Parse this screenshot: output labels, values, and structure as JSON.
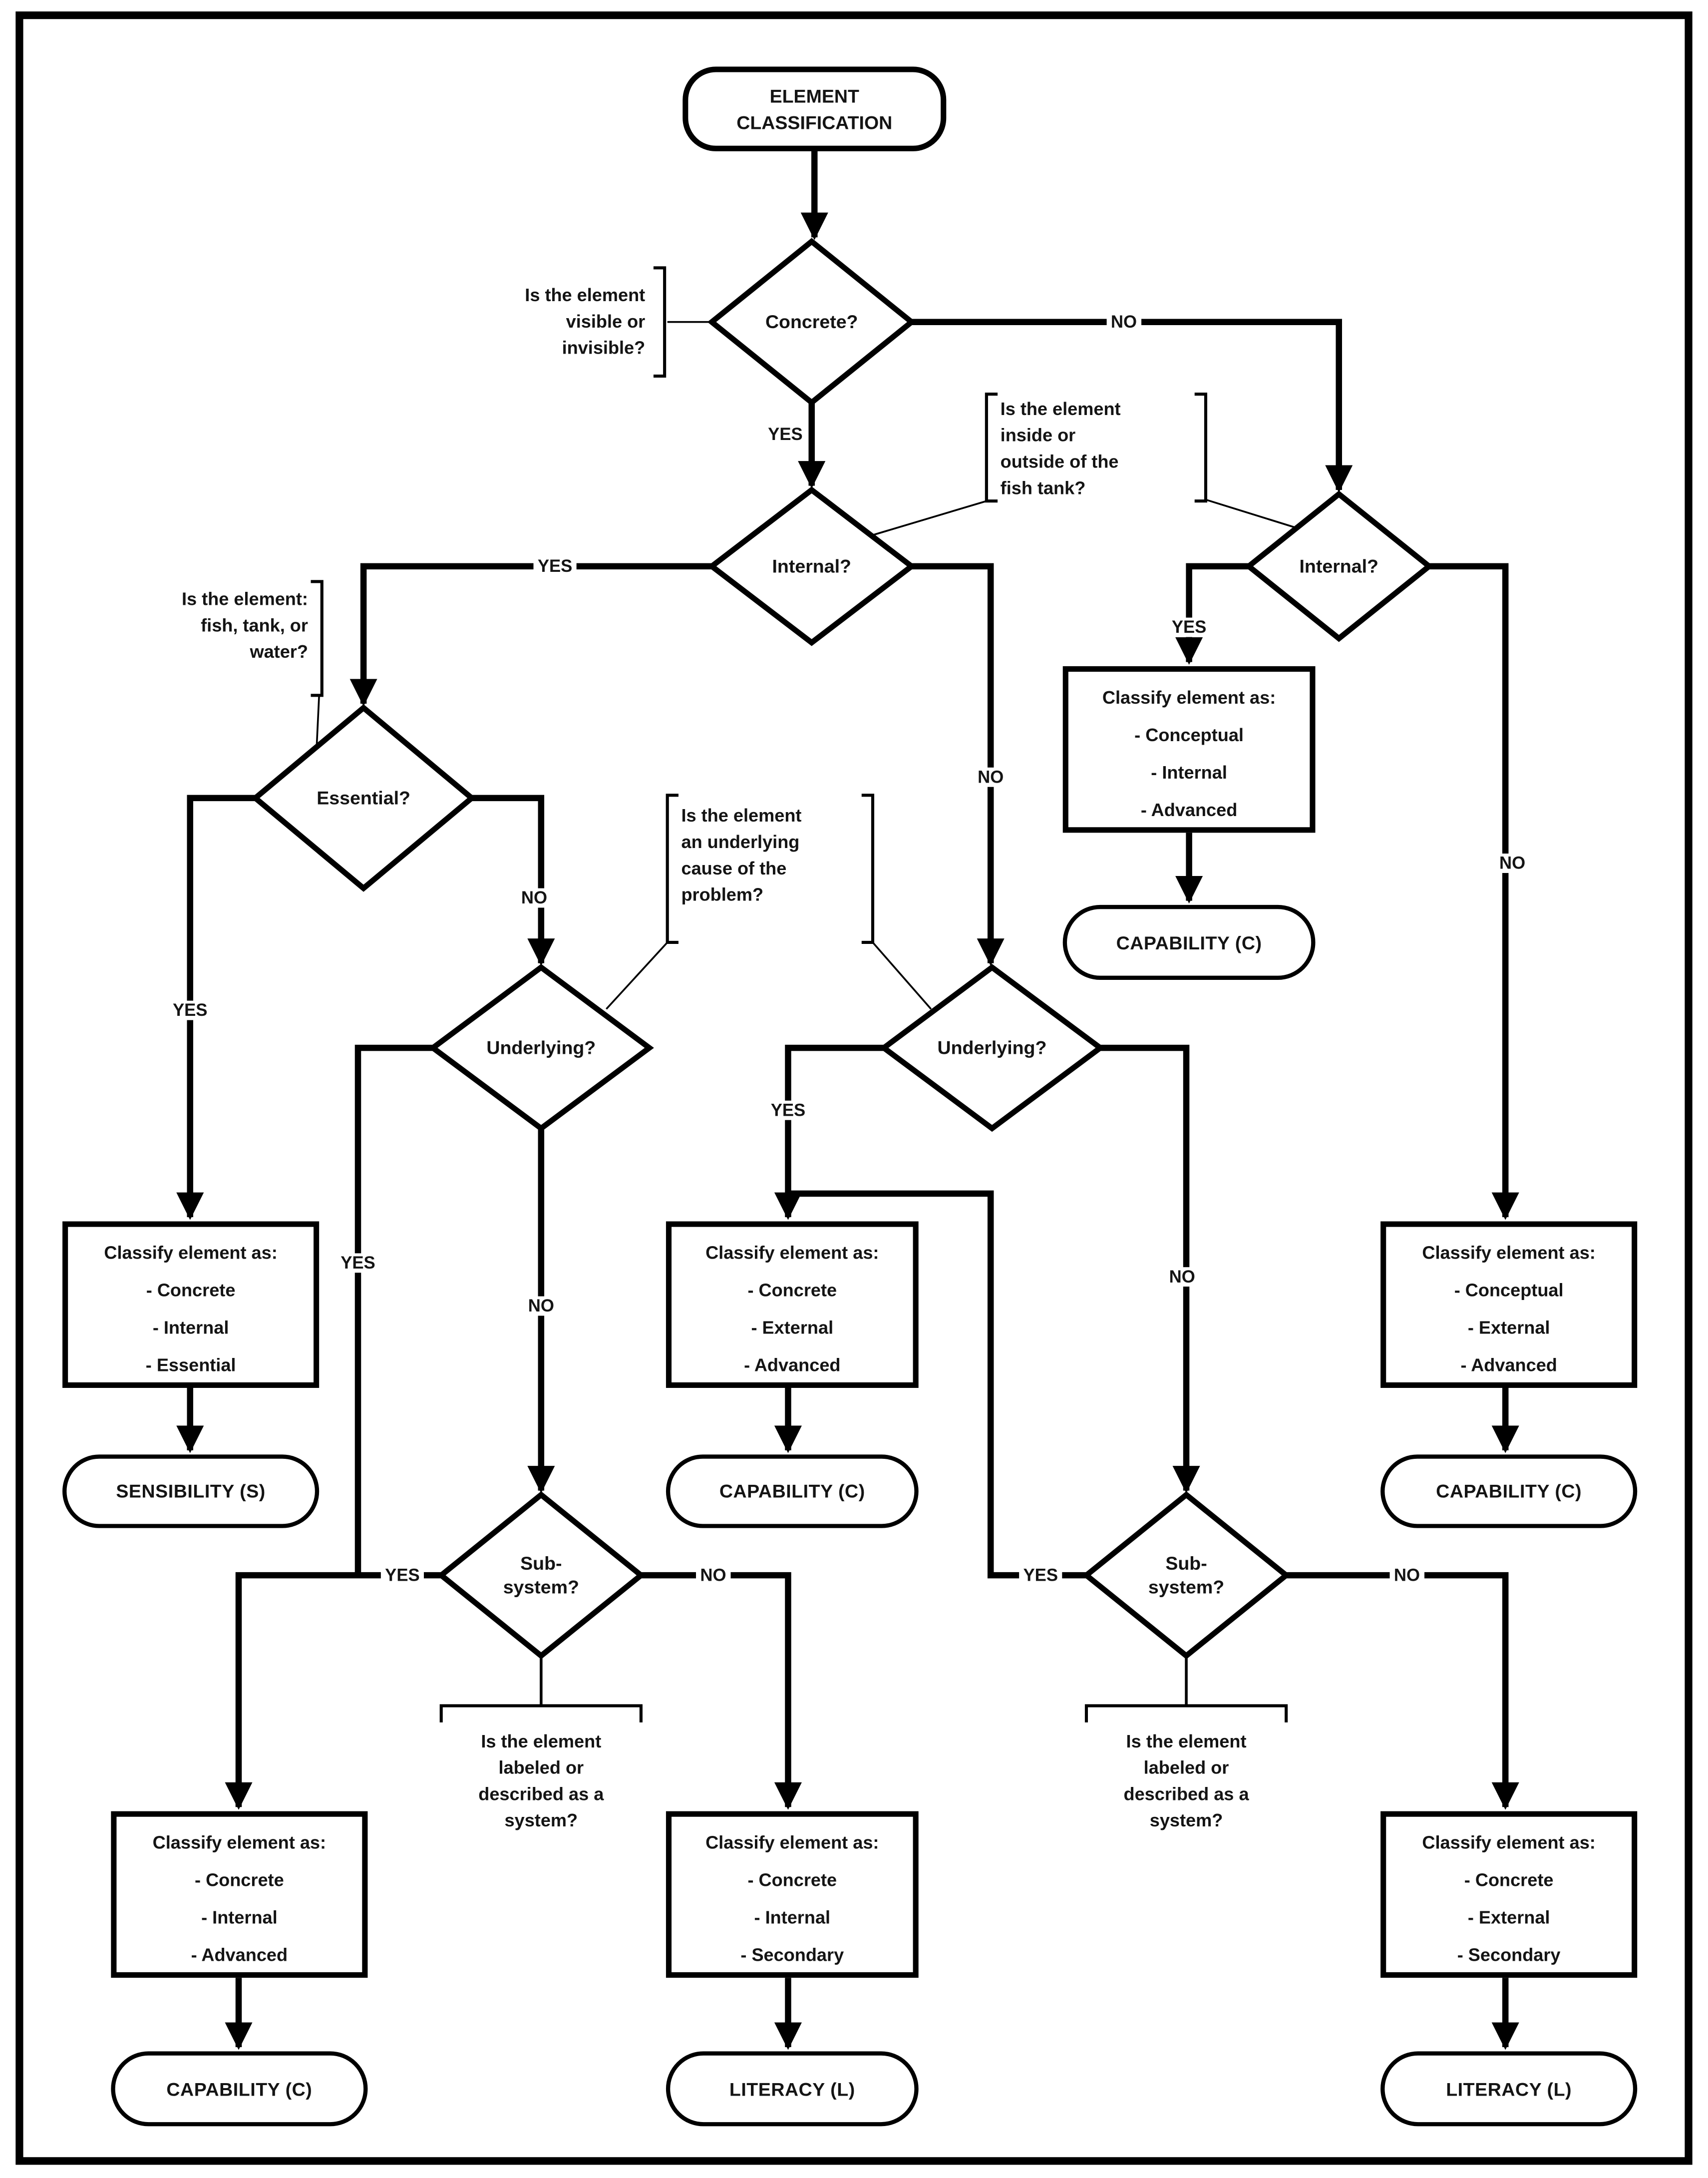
{
  "page": {
    "background": "#ffffff",
    "line_color": "#000000",
    "text_color": "#141414"
  },
  "start": {
    "label": "ELEMENT\nCLASSIFICATION"
  },
  "decisions": {
    "concrete": "Concrete?",
    "internal_left": "Internal?",
    "internal_right": "Internal?",
    "essential": "Essential?",
    "underlying_left": "Underlying?",
    "underlying_right": "Underlying?",
    "subsystem_left": "Sub-\nsystem?",
    "subsystem_right": "Sub-\nsystem?"
  },
  "labels": {
    "yes": "YES",
    "no": "NO"
  },
  "classify_boxes": [
    {
      "title": "Classify element as:",
      "items": [
        "- Concrete",
        "- Internal",
        "- Essential"
      ]
    },
    {
      "title": "Classify element as:",
      "items": [
        "- Conceptual",
        "- Internal",
        "- Advanced"
      ]
    },
    {
      "title": "Classify element as:",
      "items": [
        "- Concrete",
        "- External",
        "- Advanced"
      ]
    },
    {
      "title": "Classify element as:",
      "items": [
        "- Conceptual",
        "- External",
        "- Advanced"
      ]
    },
    {
      "title": "Classify element as:",
      "items": [
        "- Concrete",
        "- Internal",
        "- Advanced"
      ]
    },
    {
      "title": "Classify element as:",
      "items": [
        "- Concrete",
        "- Internal",
        "- Secondary"
      ]
    },
    {
      "title": "Classify element as:",
      "items": [
        "- Concrete",
        "- External",
        "- Secondary"
      ]
    }
  ],
  "terminals": [
    "SENSIBILITY (S)",
    "CAPABILITY (C)",
    "CAPABILITY (C)",
    "CAPABILITY (C)",
    "CAPABILITY (C)",
    "LITERACY (L)",
    "LITERACY (L)"
  ],
  "annotations": {
    "visible_invisible": "Is the element\nvisible or\ninvisible?",
    "fish_tank": "Is the element\ninside or\noutside of the\nfish tank?",
    "fish_tank_water": "Is the element:\nfish, tank, or\nwater?",
    "underlying_cause": "Is the element\nan underlying\ncause of the\nproblem?",
    "system_left": "Is the element\nlabeled or\ndescribed as a\nsystem?",
    "system_right": "Is the element\nlabeled or\ndescribed as a\nsystem?"
  }
}
